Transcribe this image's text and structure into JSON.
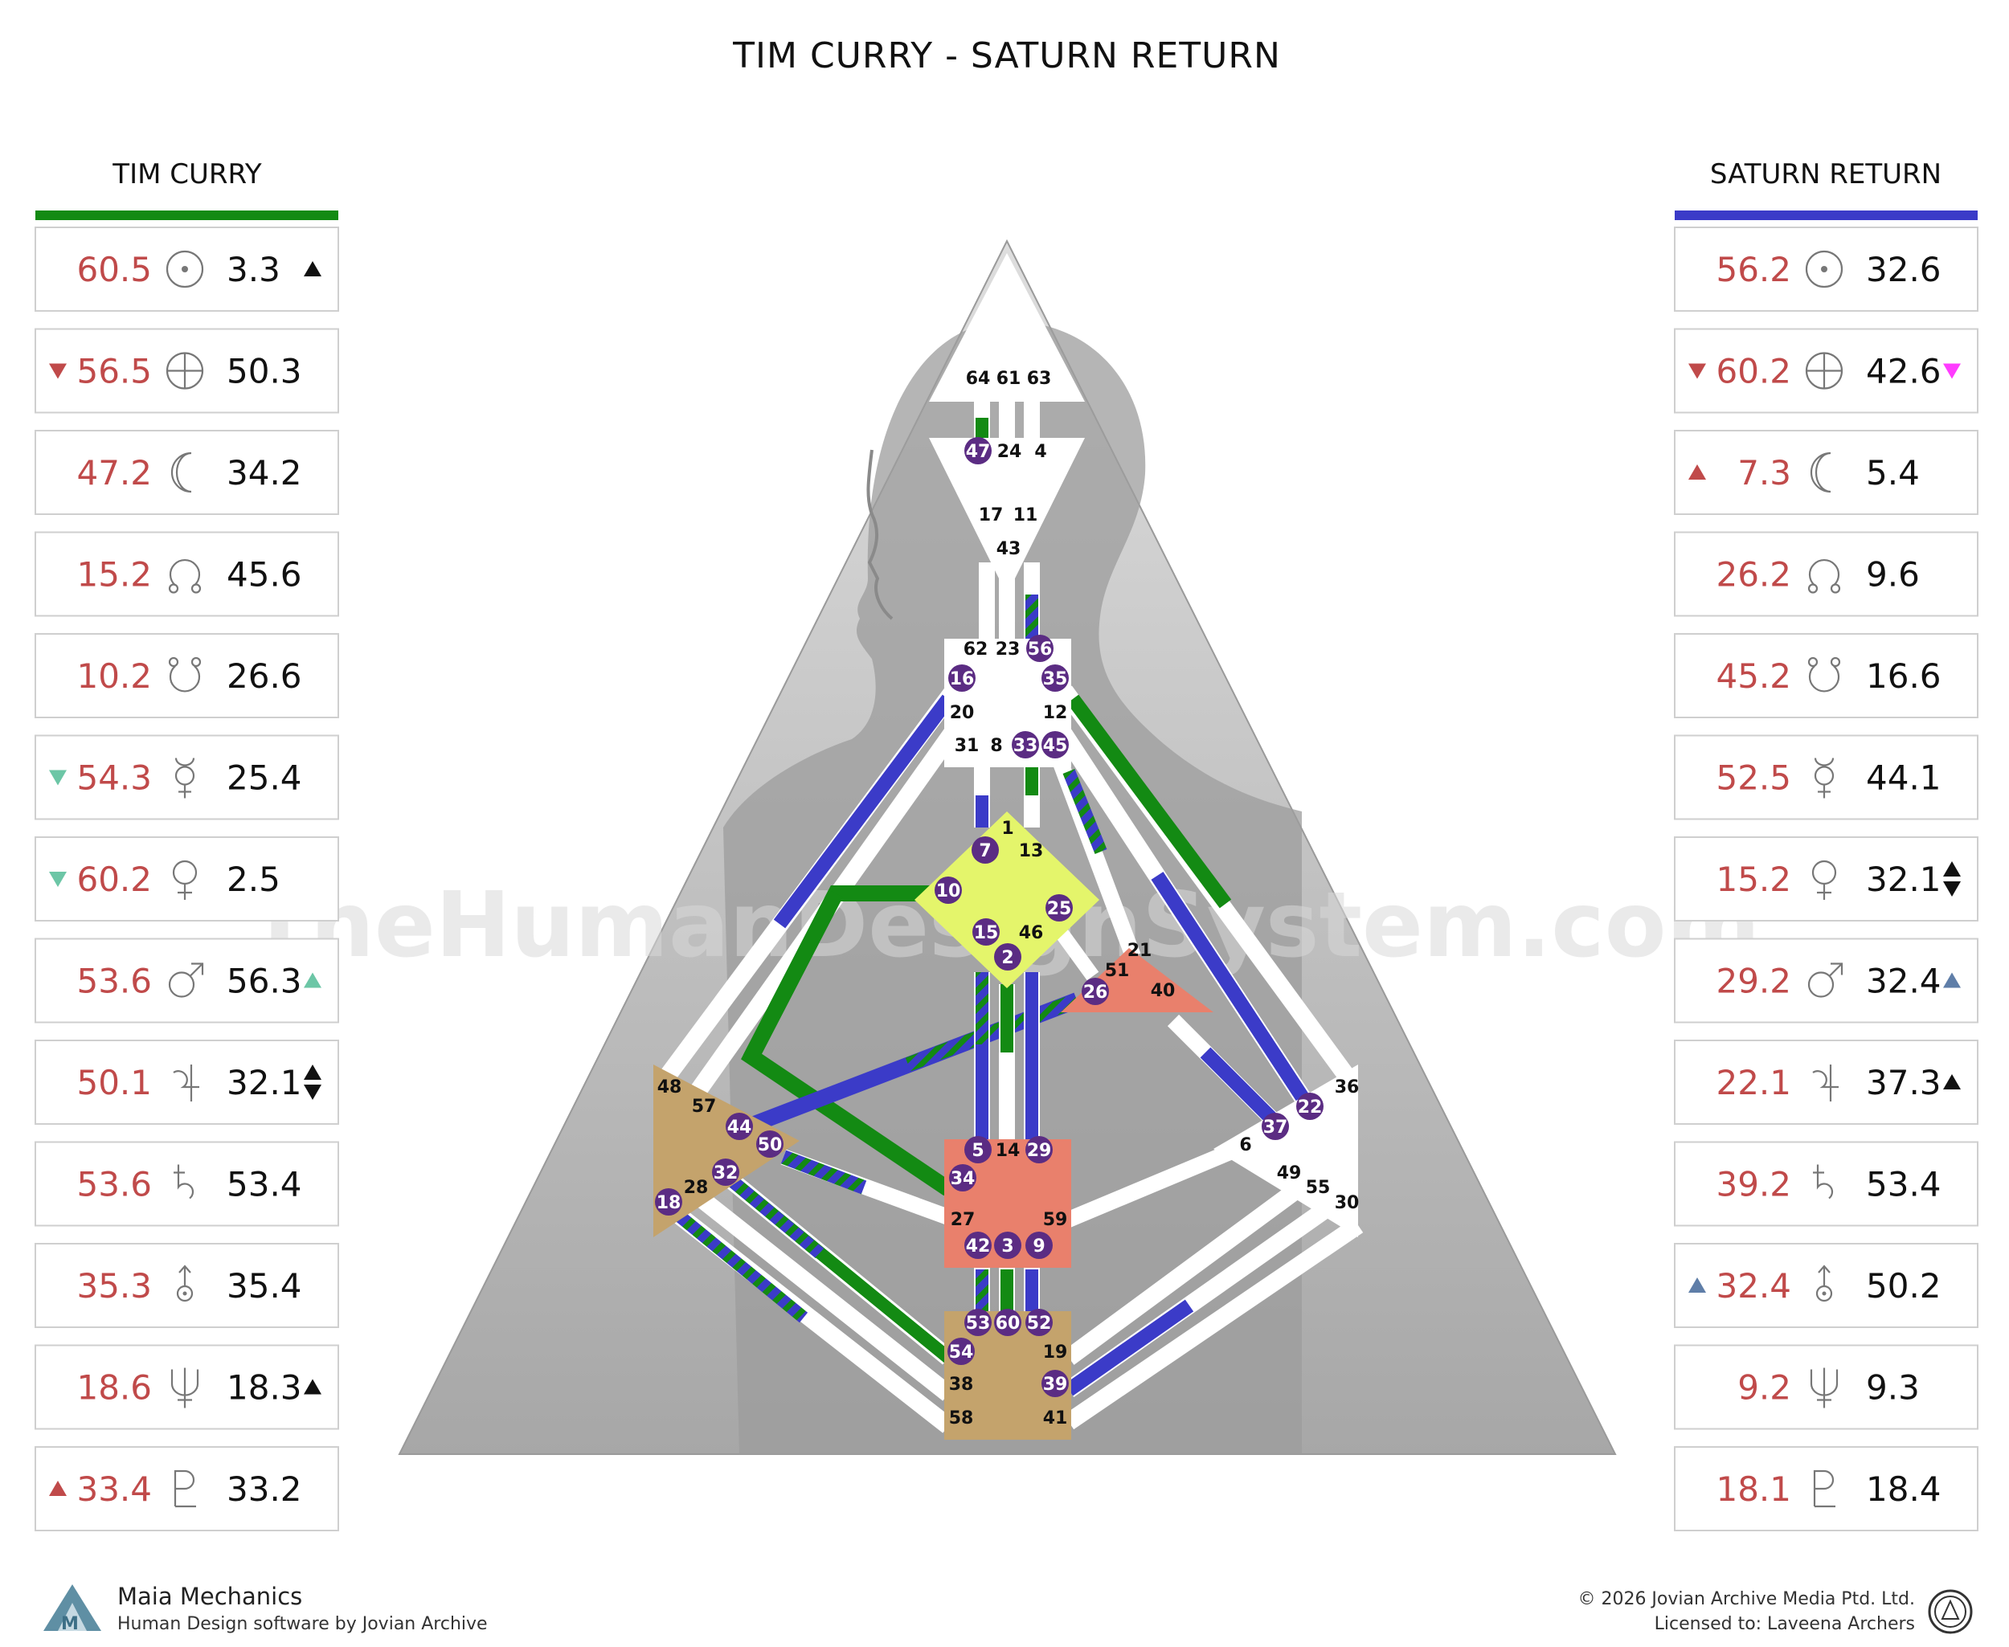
{
  "title": "TIM CURRY - SATURN RETURN",
  "left_column": {
    "title": "TIM CURRY",
    "accent_color": "#138a13",
    "rows": [
      {
        "planet": "sun-icon",
        "left": "60.5",
        "right": "3.3",
        "left_mark": "",
        "right_mark": "black-up"
      },
      {
        "planet": "earth-icon",
        "left": "56.5",
        "right": "50.3",
        "left_mark": "red-down",
        "right_mark": ""
      },
      {
        "planet": "moon-icon",
        "left": "47.2",
        "right": "34.2",
        "left_mark": "",
        "right_mark": ""
      },
      {
        "planet": "north-node-icon",
        "left": "15.2",
        "right": "45.6",
        "left_mark": "",
        "right_mark": ""
      },
      {
        "planet": "south-node-icon",
        "left": "10.2",
        "right": "26.6",
        "left_mark": "",
        "right_mark": ""
      },
      {
        "planet": "mercury-icon",
        "left": "54.3",
        "right": "25.4",
        "left_mark": "teal-down",
        "right_mark": ""
      },
      {
        "planet": "venus-icon",
        "left": "60.2",
        "right": "2.5",
        "left_mark": "teal-down",
        "right_mark": ""
      },
      {
        "planet": "mars-icon",
        "left": "53.6",
        "right": "56.3",
        "left_mark": "",
        "right_mark": "teal-up"
      },
      {
        "planet": "jupiter-icon",
        "left": "50.1",
        "right": "32.1",
        "left_mark": "",
        "right_mark": "black-updown"
      },
      {
        "planet": "saturn-icon",
        "left": "53.6",
        "right": "53.4",
        "left_mark": "",
        "right_mark": ""
      },
      {
        "planet": "uranus-icon",
        "left": "35.3",
        "right": "35.4",
        "left_mark": "",
        "right_mark": ""
      },
      {
        "planet": "neptune-icon",
        "left": "18.6",
        "right": "18.3",
        "left_mark": "",
        "right_mark": "black-up"
      },
      {
        "planet": "pluto-icon",
        "left": "33.4",
        "right": "33.2",
        "left_mark": "red-up",
        "right_mark": ""
      }
    ]
  },
  "right_column": {
    "title": "SATURN RETURN",
    "accent_color": "#3b3bc8",
    "rows": [
      {
        "planet": "sun-icon",
        "left": "56.2",
        "right": "32.6",
        "left_mark": "",
        "right_mark": ""
      },
      {
        "planet": "earth-icon",
        "left": "60.2",
        "right": "42.6",
        "left_mark": "red-down",
        "right_mark": "magenta-down"
      },
      {
        "planet": "moon-icon",
        "left": "7.3",
        "right": "5.4",
        "left_mark": "red-up",
        "right_mark": ""
      },
      {
        "planet": "north-node-icon",
        "left": "26.2",
        "right": "9.6",
        "left_mark": "",
        "right_mark": ""
      },
      {
        "planet": "south-node-icon",
        "left": "45.2",
        "right": "16.6",
        "left_mark": "",
        "right_mark": ""
      },
      {
        "planet": "mercury-icon",
        "left": "52.5",
        "right": "44.1",
        "left_mark": "",
        "right_mark": ""
      },
      {
        "planet": "venus-icon",
        "left": "15.2",
        "right": "32.1",
        "left_mark": "",
        "right_mark": "black-updown"
      },
      {
        "planet": "mars-icon",
        "left": "29.2",
        "right": "32.4",
        "left_mark": "",
        "right_mark": "blue-up"
      },
      {
        "planet": "jupiter-icon",
        "left": "22.1",
        "right": "37.3",
        "left_mark": "",
        "right_mark": "black-up"
      },
      {
        "planet": "saturn-icon",
        "left": "39.2",
        "right": "53.4",
        "left_mark": "",
        "right_mark": ""
      },
      {
        "planet": "uranus-icon",
        "left": "32.4",
        "right": "50.2",
        "left_mark": "blue-up",
        "right_mark": ""
      },
      {
        "planet": "neptune-icon",
        "left": "9.2",
        "right": "9.3",
        "left_mark": "",
        "right_mark": ""
      },
      {
        "planet": "pluto-icon",
        "left": "18.1",
        "right": "18.4",
        "left_mark": "",
        "right_mark": ""
      }
    ]
  },
  "colors": {
    "personality_green": "#138a13",
    "transit_blue": "#3b3bc8",
    "gate_purple": "#5b2c83",
    "head_center": "#ffffff",
    "g_center": "#e4f56b",
    "heart_center": "#e9806c",
    "sacral_center": "#e9806c",
    "root_center": "#c4a36c",
    "spleen_center": "#c4a36c",
    "number_red": "#c04a4a"
  },
  "watermark": "TheHumanDesignSystem.com",
  "footer": {
    "brand": "Maia Mechanics",
    "tagline": "Human Design software by Jovian Archive",
    "copyright": "© 2026 Jovian Archive Media Ptd. Ltd.",
    "license": "Licensed to: Laveena Archers"
  },
  "gates": {
    "head": [
      "64",
      "61",
      "63"
    ],
    "ajna": [
      "47",
      "24",
      "4",
      "17",
      "11",
      "43"
    ],
    "throat": [
      "62",
      "23",
      "56",
      "16",
      "35",
      "20",
      "12",
      "31",
      "8",
      "33",
      "45"
    ],
    "g": [
      "1",
      "7",
      "13",
      "10",
      "25",
      "15",
      "46",
      "2"
    ],
    "heart": [
      "21",
      "51",
      "26",
      "40"
    ],
    "spleen": [
      "48",
      "57",
      "44",
      "50",
      "32",
      "28",
      "18"
    ],
    "solar_plexus": [
      "36",
      "22",
      "37",
      "6",
      "49",
      "55",
      "30"
    ],
    "sacral": [
      "5",
      "14",
      "29",
      "34",
      "27",
      "59",
      "42",
      "3",
      "9"
    ],
    "root": [
      "53",
      "60",
      "52",
      "54",
      "19",
      "38",
      "39",
      "58",
      "41"
    ],
    "active_gates": [
      "47",
      "56",
      "16",
      "35",
      "33",
      "45",
      "7",
      "10",
      "25",
      "15",
      "2",
      "26",
      "44",
      "50",
      "32",
      "18",
      "22",
      "37",
      "5",
      "29",
      "34",
      "42",
      "3",
      "9",
      "53",
      "60",
      "52",
      "54",
      "39"
    ]
  }
}
